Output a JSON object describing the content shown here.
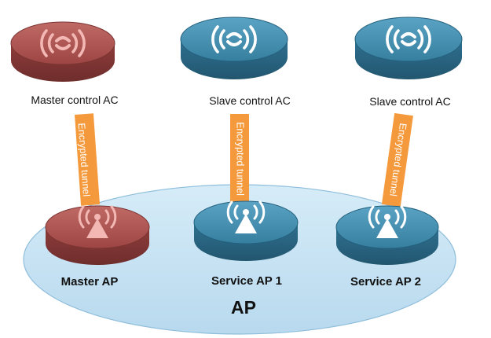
{
  "colors": {
    "master": "#a84d4a",
    "service": "#3e89a9",
    "tunnel": "#f59a3c",
    "ap_zone": "#c9e3f2",
    "icon": "#ffffff"
  },
  "controllers": [
    {
      "label": "Master control AC",
      "role": "master",
      "icon": "controller-signal-icon"
    },
    {
      "label": "Slave control AC",
      "role": "service",
      "icon": "controller-signal-icon"
    },
    {
      "label": "Slave control AC",
      "role": "service",
      "icon": "controller-signal-icon"
    }
  ],
  "access_points": [
    {
      "label": "Master AP",
      "role": "master",
      "icon": "access-point-antenna-icon"
    },
    {
      "label": "Service AP 1",
      "role": "service",
      "icon": "access-point-antenna-icon"
    },
    {
      "label": "Service AP 2",
      "role": "service",
      "icon": "access-point-antenna-icon"
    }
  ],
  "tunnels": [
    {
      "label": "Encrypted tunnel",
      "from": 0,
      "to": 0
    },
    {
      "label": "Encrypted tunnel",
      "from": 1,
      "to": 1
    },
    {
      "label": "Encrypted tunnel",
      "from": 2,
      "to": 2
    }
  ],
  "ap_group": {
    "label": "AP"
  }
}
